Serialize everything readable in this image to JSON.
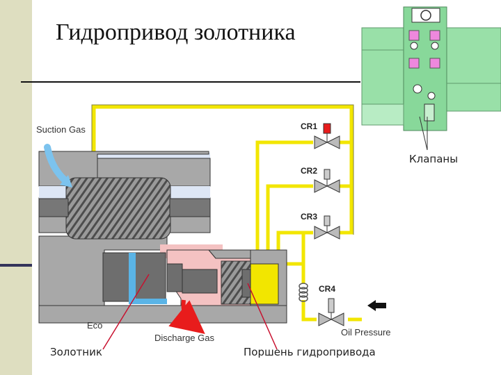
{
  "title": "Гидропривод золотника",
  "labels": {
    "valves": "Клапаны",
    "spool": "Золотник",
    "piston": "Поршень гидропривода",
    "suction_gas": "Suction Gas",
    "discharge_gas": "Discharge Gas",
    "eco": "Eco",
    "oil_pressure": "Oil Pressure",
    "cr1": "CR1",
    "cr2": "CR2",
    "cr3": "CR3",
    "cr4": "CR4"
  },
  "colors": {
    "oil_line": "#f2e600",
    "suction_arrow": "#7cc3ee",
    "discharge_arrow": "#e81c1c",
    "pointer_lines": "#c8102e",
    "housing": "#a8a8a8",
    "housing_dark": "#6e6e6e",
    "discharge_zone": "#f4c2c2",
    "suction_zone": "#dde6f5",
    "eco_channel": "#5ab4e6",
    "inset_machine": "#99e0a8"
  }
}
